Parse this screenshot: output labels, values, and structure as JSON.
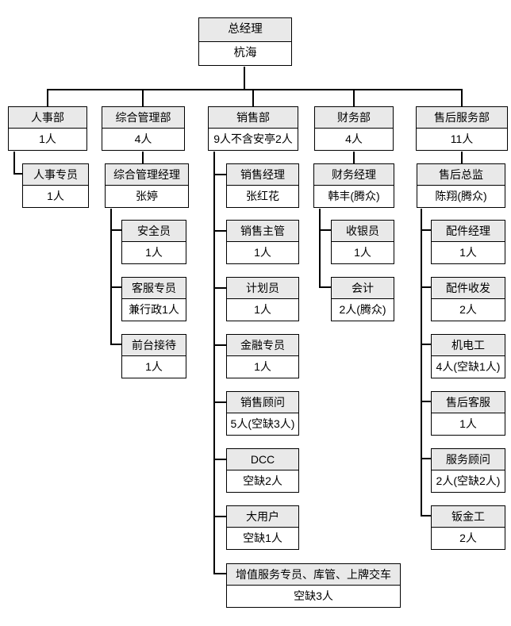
{
  "chart": {
    "type": "org-chart",
    "root": {
      "title": "总经理",
      "value": "杭海"
    },
    "departments": [
      {
        "title": "人事部",
        "value": "1人",
        "children": [
          {
            "title": "人事专员",
            "value": "1人"
          }
        ]
      },
      {
        "title": "综合管理部",
        "value": "4人",
        "manager": {
          "title": "综合管理经理",
          "value": "张婷"
        },
        "children": [
          {
            "title": "安全员",
            "value": "1人"
          },
          {
            "title": "客服专员",
            "value": "兼行政1人"
          },
          {
            "title": "前台接待",
            "value": "1人"
          }
        ]
      },
      {
        "title": "销售部",
        "value": "9人不含安亭2人",
        "manager": {
          "title": "销售经理",
          "value": "张红花"
        },
        "children": [
          {
            "title": "销售主管",
            "value": "1人"
          },
          {
            "title": "计划员",
            "value": "1人"
          },
          {
            "title": "金融专员",
            "value": "1人"
          },
          {
            "title": "销售顾问",
            "value": "5人(空缺3人)"
          },
          {
            "title": "DCC",
            "value": "空缺2人"
          },
          {
            "title": "大用户",
            "value": "空缺1人"
          },
          {
            "title": "增值服务专员、库管、上牌交车",
            "value": "空缺3人"
          }
        ]
      },
      {
        "title": "财务部",
        "value": "4人",
        "manager": {
          "title": "财务经理",
          "value": "韩丰(腾众)"
        },
        "children": [
          {
            "title": "收银员",
            "value": "1人"
          },
          {
            "title": "会计",
            "value": "2人(腾众)"
          }
        ]
      },
      {
        "title": "售后服务部",
        "value": "11人",
        "manager": {
          "title": "售后总监",
          "value": "陈翔(腾众)"
        },
        "children": [
          {
            "title": "配件经理",
            "value": "1人"
          },
          {
            "title": "配件收发",
            "value": "2人"
          },
          {
            "title": "机电工",
            "value": "4人(空缺1人)"
          },
          {
            "title": "售后客服",
            "value": "1人"
          },
          {
            "title": "服务顾问",
            "value": "2人(空缺2人)"
          },
          {
            "title": "钣金工",
            "value": "2人"
          }
        ]
      }
    ],
    "colors": {
      "header_bg": "#e9e9e9",
      "box_bg": "#ffffff",
      "border": "#000000",
      "line": "#000000"
    }
  }
}
